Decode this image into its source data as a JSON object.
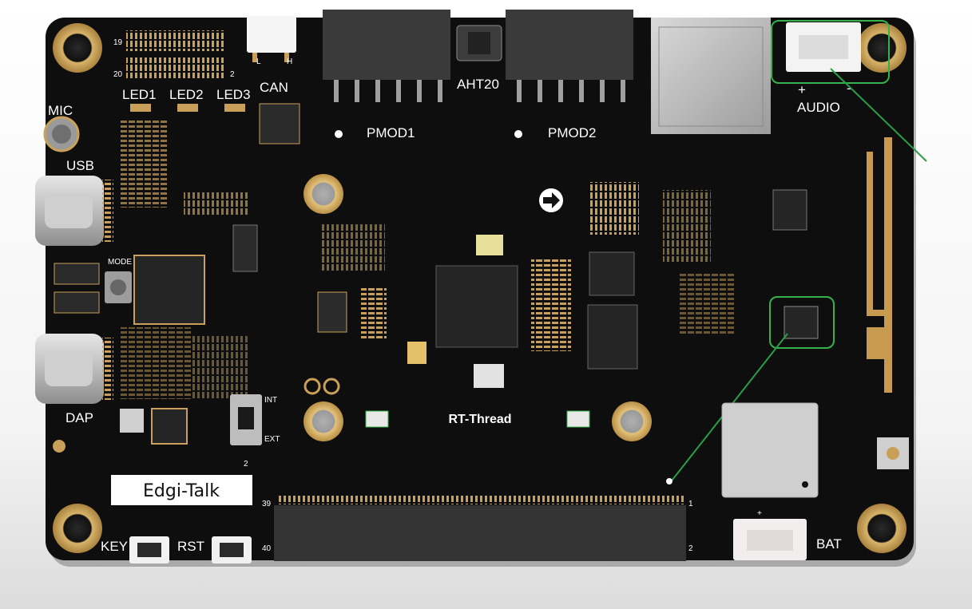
{
  "board": {
    "name": "Edgi-Talk",
    "logo": "RT-Thread"
  },
  "labels": {
    "pmod1": "PMOD1",
    "pmod2": "PMOD2",
    "aht20": "AHT20",
    "audio": "AUDIO",
    "can": "CAN",
    "mic": "MIC",
    "usb": "USB",
    "dap": "DAP",
    "mode": "MODE",
    "int": "INT",
    "ext": "EXT",
    "key": "KEY",
    "rst": "RST",
    "bat": "BAT",
    "led1": "LED1",
    "led2": "LED2",
    "led3": "LED3",
    "pin_19": "19",
    "pin_20": "20",
    "pin_2": "2",
    "pin_39": "39",
    "pin_40": "40",
    "pin_1": "1",
    "pin_2b": "2",
    "can_l": "L",
    "can_h": "H",
    "audio_plus": "+",
    "audio_minus": "-",
    "bat_plus": "+",
    "sw_num": "2"
  },
  "colors": {
    "pcb": "#0d0d0d",
    "gold": "#c9a15a",
    "highlight": "#35b34a",
    "silk": "#ffffff"
  }
}
